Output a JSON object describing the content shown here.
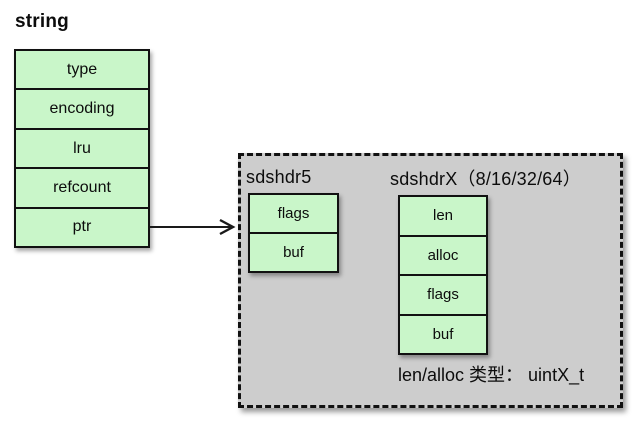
{
  "title": "string",
  "robj": {
    "rows": [
      "type",
      "encoding",
      "lru",
      "refcount",
      "ptr"
    ]
  },
  "sds_box": {
    "sdshdr5": {
      "title": "sdshdr5",
      "rows": [
        "flags",
        "buf"
      ]
    },
    "sdshdrX": {
      "title": "sdshdrX（8/16/32/64）",
      "rows": [
        "len",
        "alloc",
        "flags",
        "buf"
      ]
    },
    "note": "len/alloc 类型： uintX_t"
  },
  "colors": {
    "cell_green": "#c9f6c9",
    "box_gray": "#cdcdcd",
    "line_black": "#1a1a1a",
    "background": "#ffffff"
  },
  "icons": {
    "arrow": "right-arrow"
  }
}
